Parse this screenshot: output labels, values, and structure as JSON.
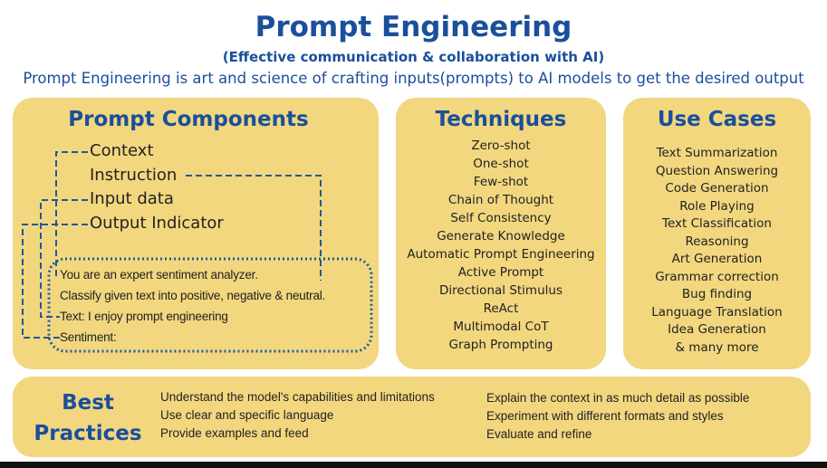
{
  "title": "Prompt Engineering",
  "subtitle": "(Effective communication & collaboration with AI)",
  "description": "Prompt Engineering is art and science of crafting inputs(prompts) to AI models to get the desired output",
  "colors": {
    "accent": "#1a4f9c",
    "panel": "#f2d77f"
  },
  "components": {
    "heading": "Prompt Components",
    "items": [
      "Context",
      "Instruction",
      "Input data",
      "Output Indicator"
    ],
    "example": [
      "You are an expert sentiment analyzer.",
      "Classify given text into positive, negative & neutral.",
      "Text: I enjoy prompt engineering",
      "Sentiment:"
    ]
  },
  "techniques": {
    "heading": "Techniques",
    "items": [
      "Zero-shot",
      "One-shot",
      "Few-shot",
      "Chain of Thought",
      "Self Consistency",
      "Generate Knowledge",
      "Automatic Prompt Engineering",
      "Active Prompt",
      "Directional Stimulus",
      "ReAct",
      "Multimodal CoT",
      "Graph Prompting"
    ]
  },
  "use_cases": {
    "heading": "Use Cases",
    "items": [
      "Text Summarization",
      "Question Answering",
      "Code Generation",
      "Role Playing",
      "Text Classification",
      "Reasoning",
      "Art Generation",
      "Grammar correction",
      "Bug finding",
      "Language Translation",
      "Idea Generation",
      "& many more"
    ]
  },
  "best_practices": {
    "heading_line1": "Best",
    "heading_line2": "Practices",
    "col1": [
      "Understand the model's capabilities and limitations",
      "Use clear and specific language",
      "Provide examples and feed"
    ],
    "col2": [
      "Explain the context in as much detail as possible",
      "Experiment with different formats and styles",
      "Evaluate and refine"
    ]
  }
}
